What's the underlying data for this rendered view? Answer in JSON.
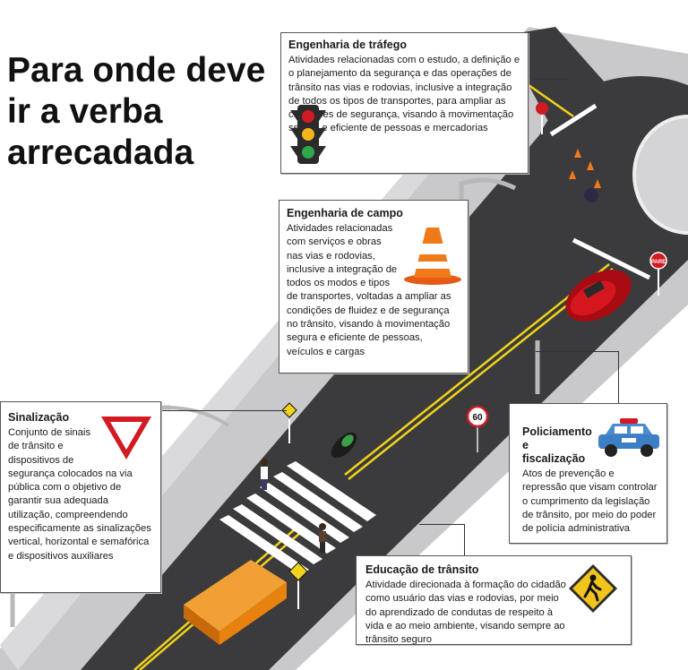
{
  "title": "Para onde deve ir a verba arrecadada",
  "colors": {
    "road": "#3b3b3d",
    "sidewalk": "#c9c9cb",
    "lane_yellow": "#f0d21a",
    "car_red": "#c8121a",
    "truck_orange": "#e8820e",
    "police_blue": "#3d7fc4"
  },
  "scene": {
    "stop_sign": "PARE",
    "speed_sign": "60"
  },
  "cards": {
    "engenharia_trafego": {
      "title": "Engenharia de tráfego",
      "text": "Atividades relacionadas com o estudo, a definição e o planejamento da segurança e das operações de trânsito nas vias e rodovias, inclusive a integração de todos os tipos de transportes, para ampliar as condições de segurança, visando à movimentação segura e eficiente de pessoas e mercadorias",
      "icon": "traffic-light-icon"
    },
    "engenharia_campo": {
      "title": "Engenharia de campo",
      "text": "Atividades relacionadas com serviços e obras nas vias e rodovias, inclusive a integração de todos os modos e tipos de transportes, voltadas a ampliar as condições de fluidez e de segurança no trânsito, visando à movimentação segura e eficiente de pessoas, veículos e cargas",
      "icon": "traffic-cone-icon"
    },
    "sinalizacao": {
      "title": "Sinalização",
      "text": "Conjunto de sinais de trânsito e dispositivos de segurança colocados na via pública com o objetivo de garantir sua adequada utilização, compreendendo especificamente as sinalizações vertical, horizontal e semafórica e dispositivos auxiliares",
      "icon": "yield-sign-icon"
    },
    "policiamento": {
      "title": "Policiamento e fiscalização",
      "text": "Atos de prevenção e repressão que visam controlar o cumprimento da legislação de trânsito, por meio do poder de polícia administrativa",
      "icon": "police-car-icon"
    },
    "educacao": {
      "title": "Educação de trânsito",
      "text": "Atividade direcionada à formação do cidadão como usuário das vias e rodovias, por meio do aprendizado de condutas de respeito à vida e ao meio ambiente, visando sempre ao trânsito seguro",
      "icon": "pedestrian-sign-icon"
    }
  }
}
